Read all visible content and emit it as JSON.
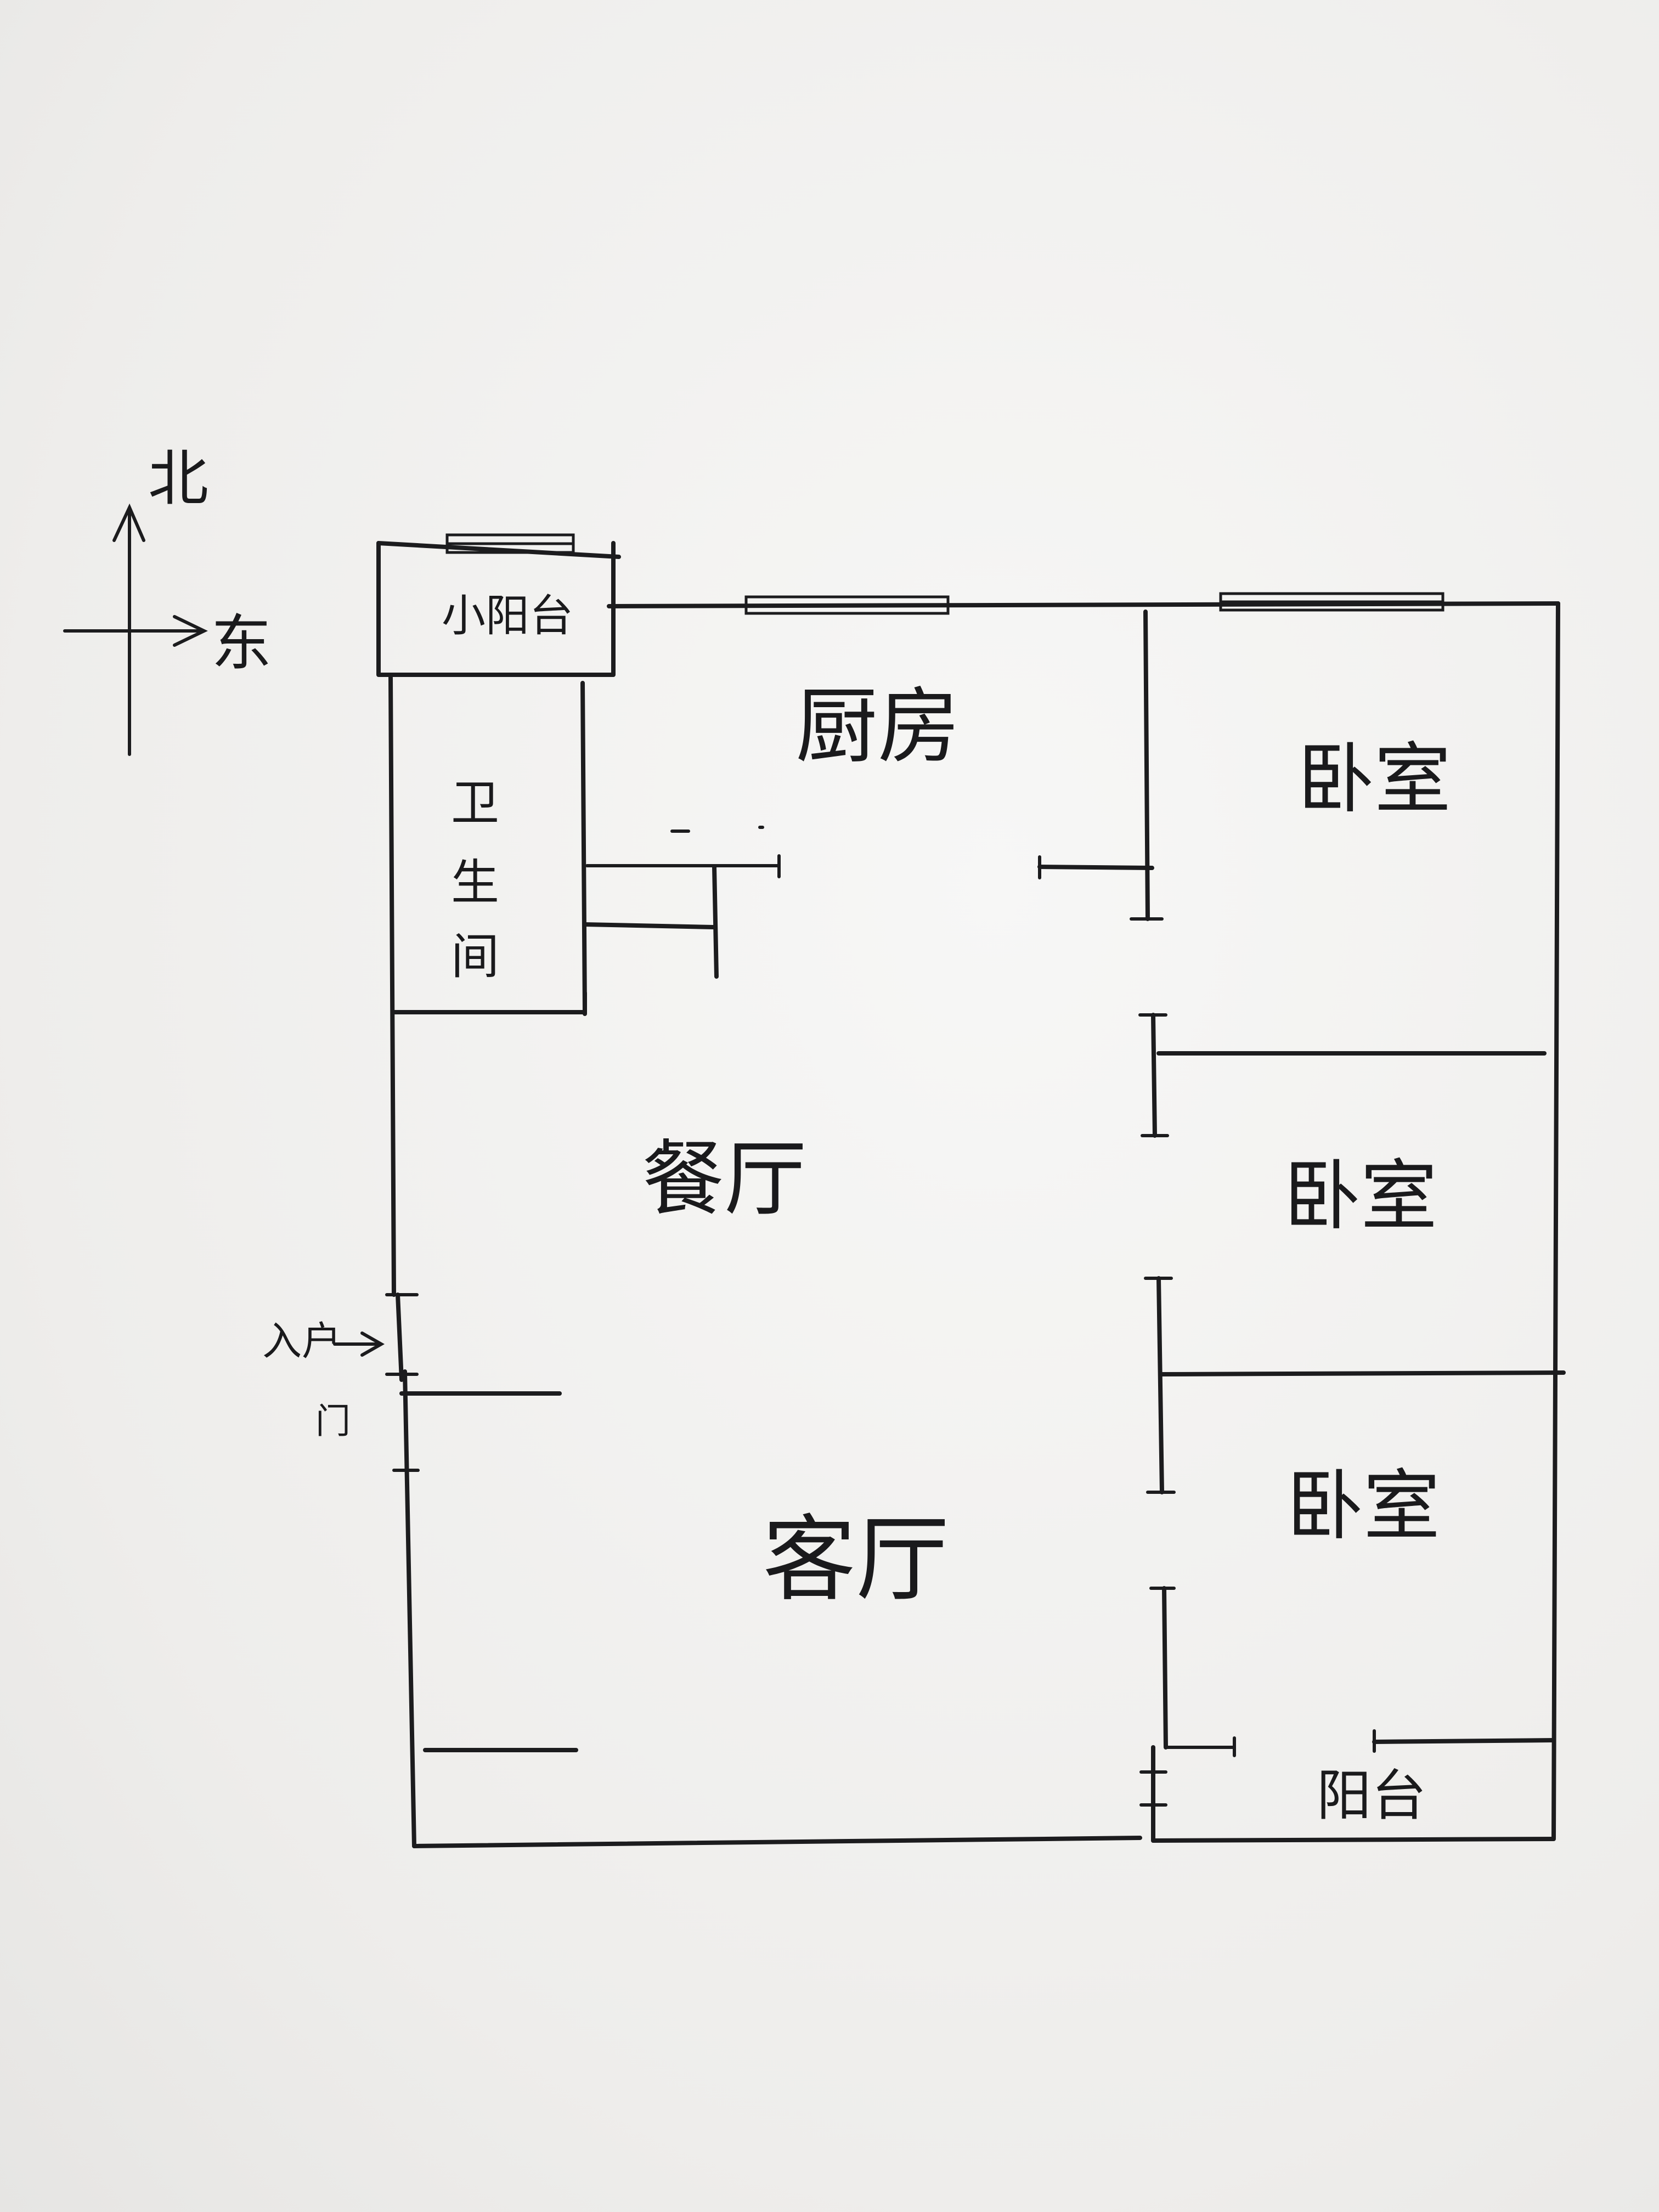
{
  "compass": {
    "north_label": "北",
    "east_label": "东"
  },
  "rooms": {
    "small_balcony": "小阳台",
    "bathroom_line1": "卫",
    "bathroom_line2": "生",
    "bathroom_line3": "间",
    "kitchen": "厨房",
    "bedroom_1": "卧室",
    "bedroom_2": "卧室",
    "bedroom_3": "卧室",
    "dining_room": "餐厅",
    "living_room": "客厅",
    "balcony": "阳台"
  },
  "entrance": {
    "label_line1": "入户",
    "label_line2": "门"
  },
  "colors": {
    "ink": "#1c1c1e",
    "paper": "#f3f2f0"
  }
}
